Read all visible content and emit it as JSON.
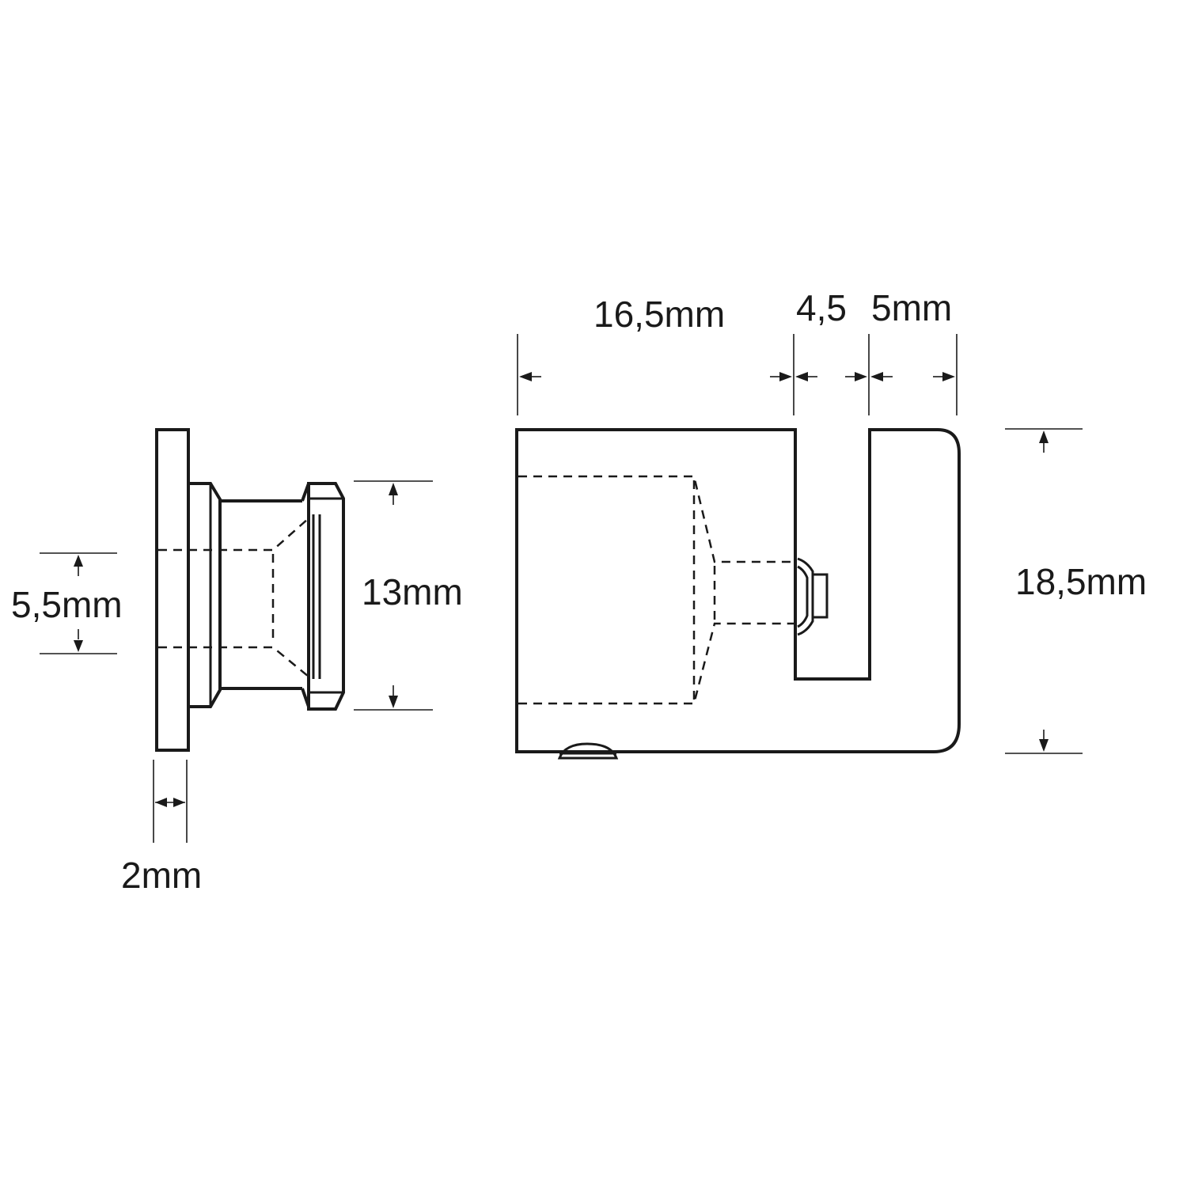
{
  "dimensions": {
    "backplate_thickness": "2mm",
    "screw_diameter": "5,5mm",
    "washer_diameter": "13mm",
    "body_length": "16,5mm",
    "slot_width": "4,5",
    "lip_width": "5mm",
    "body_height": "18,5mm"
  },
  "colors": {
    "line": "#1a1a1a",
    "background": "#ffffff"
  }
}
